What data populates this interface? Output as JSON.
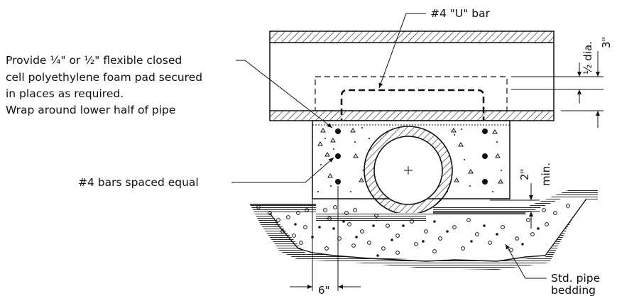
{
  "labels": {
    "u_bar": "#4 \"U\" bar",
    "foam_pad": [
      "Provide ¼\" or ½\" flexible closed",
      "cell polyethylene foam pad secured",
      "in places as required.",
      "Wrap around lower half of pipe"
    ],
    "bars_spaced": "#4 bars spaced equal",
    "bedding": [
      "Std. pipe",
      "bedding"
    ]
  },
  "dimensions": {
    "half_dia": "½ dia.",
    "three_in": "3\"",
    "two_in": "2\"",
    "min": "min.",
    "six_in": "6\""
  },
  "colors": {
    "line": "#111111",
    "background": "#ffffff"
  }
}
